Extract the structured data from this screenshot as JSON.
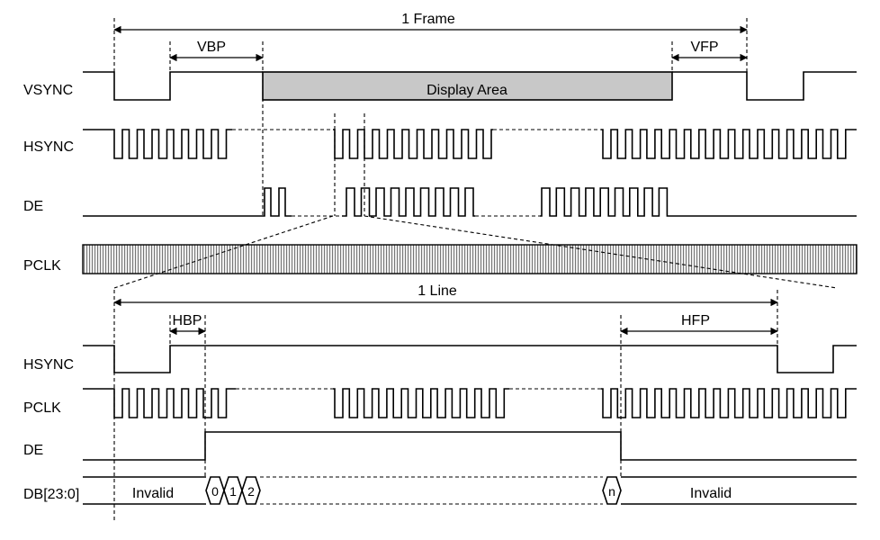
{
  "frame_section": {
    "frame_label": "1 Frame",
    "vbp_label": "VBP",
    "vfp_label": "VFP",
    "display_area_label": "Display Area",
    "signals": {
      "vsync": "VSYNC",
      "hsync": "HSYNC",
      "de": "DE",
      "pclk": "PCLK"
    }
  },
  "line_section": {
    "line_label": "1 Line",
    "hbp_label": "HBP",
    "hfp_label": "HFP",
    "signals": {
      "hsync": "HSYNC",
      "pclk": "PCLK",
      "de": "DE",
      "db": "DB[23:0]"
    },
    "data_bus": {
      "invalid_left": "Invalid",
      "invalid_right": "Invalid",
      "pixels": [
        "0",
        "1",
        "2"
      ],
      "last_pixel": "n"
    }
  },
  "colors": {
    "display_area_fill": "#c8c8c8",
    "line": "#000000"
  }
}
